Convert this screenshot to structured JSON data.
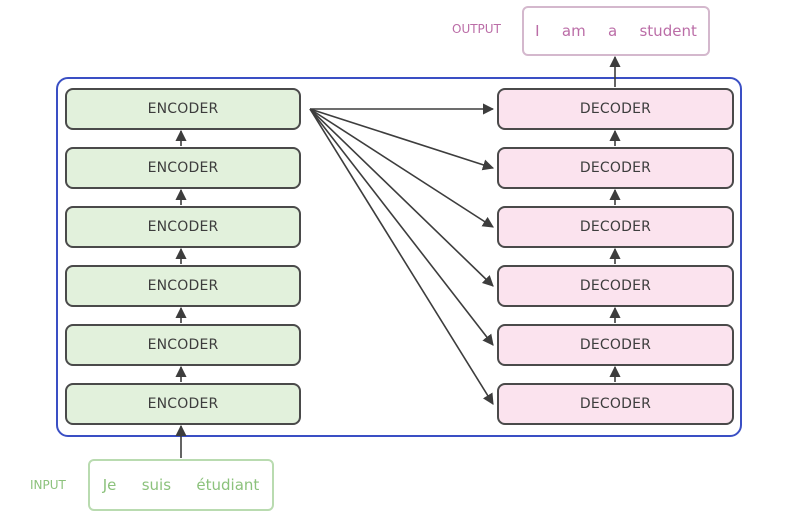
{
  "encoder": {
    "label": "ENCODER",
    "count": 6
  },
  "decoder": {
    "label": "DECODER",
    "count": 6
  },
  "input": {
    "label": "INPUT",
    "words": [
      "Je",
      "suis",
      "étudiant"
    ]
  },
  "output": {
    "label": "OUTPUT",
    "words": [
      "I",
      "am",
      "a",
      "student"
    ]
  },
  "colors": {
    "encoder_fill": "#e2f1dc",
    "decoder_fill": "#fbe3ee",
    "frame": "#3a4fc4",
    "arrow": "#3d3d3d",
    "input_text": "#8cc27c",
    "output_text": "#bb6da7"
  }
}
